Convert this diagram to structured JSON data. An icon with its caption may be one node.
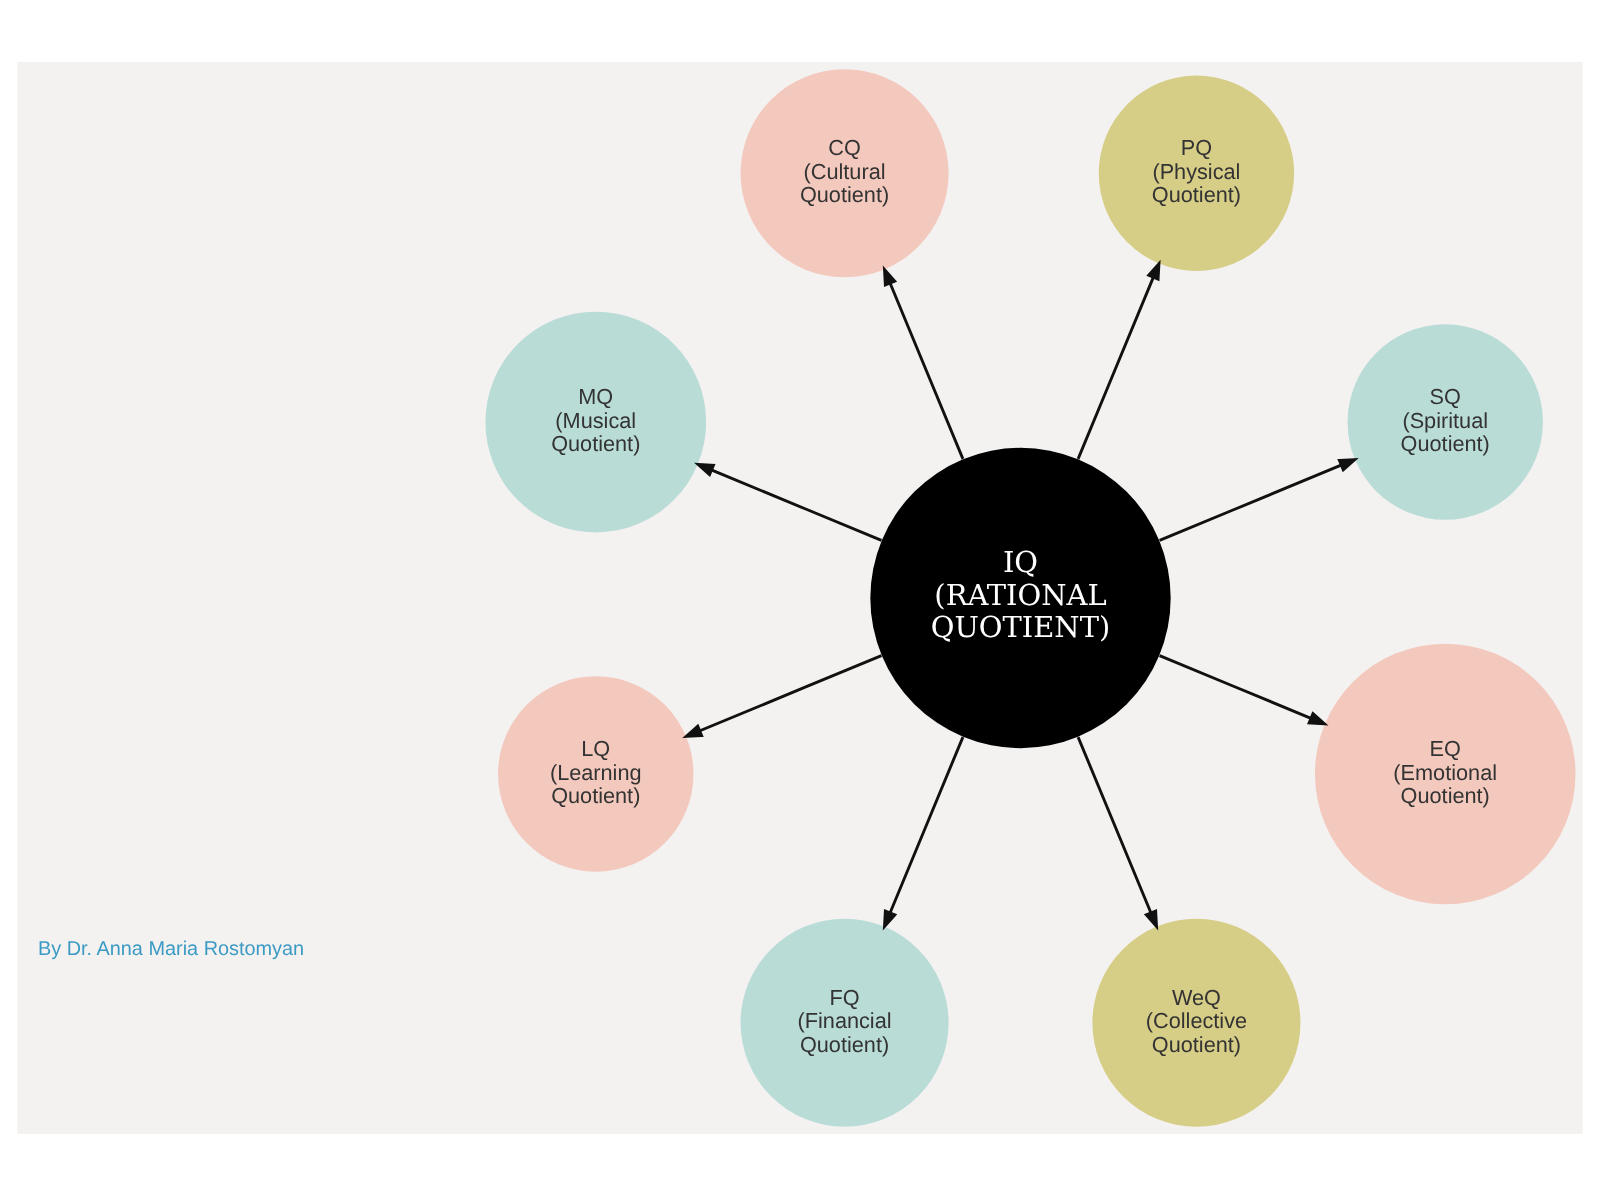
{
  "diagram": {
    "nodes": [
      {
        "text": [
          "IQ",
          "(RATIONAL QUOTIENT)"
        ]
      },
      {
        "text": [
          "SQ",
          "(Spiritual Quotient)"
        ]
      },
      {
        "text": [
          "PQ",
          "(Physical Quotient)"
        ]
      },
      {
        "text": [
          "CQ",
          "(Cultural Quotient)"
        ]
      },
      {
        "text": [
          "MQ",
          "(Musical Quotient)"
        ]
      },
      {
        "text": [
          "LQ",
          "(Learning Quotient)"
        ]
      },
      {
        "text": [
          "FQ",
          "(Financial Quotient)"
        ]
      },
      {
        "text": [
          "WeQ",
          "(Collective Quotient)"
        ]
      },
      {
        "text": [
          "EQ",
          "(Emotional Quotient)"
        ]
      }
    ],
    "edges": [
      {
        "from": 0,
        "to": 1,
        "arrow": "to"
      },
      {
        "from": 0,
        "to": 2,
        "arrow": "to"
      },
      {
        "from": 0,
        "to": 3,
        "arrow": "to"
      },
      {
        "from": 0,
        "to": 4,
        "arrow": "to"
      },
      {
        "from": 0,
        "to": 5,
        "arrow": "to"
      },
      {
        "from": 0,
        "to": 6,
        "arrow": "to"
      },
      {
        "from": 0,
        "to": 7,
        "arrow": "to"
      },
      {
        "from": 0,
        "to": 8,
        "arrow": "to"
      }
    ],
    "labels": [
      "By Dr. Anna Maria Rostomyan"
    ]
  }
}
